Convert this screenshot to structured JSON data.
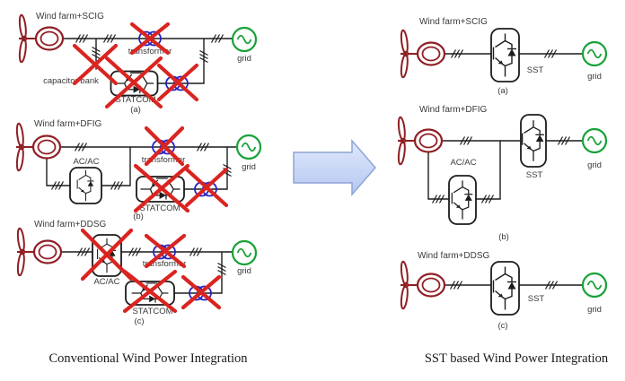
{
  "figure": {
    "left_panel": {
      "caption": "Conventional Wind Power Integration",
      "sections": [
        {
          "title": "Wind farm+SCIG",
          "tag": "(a)",
          "transformer": "transformer",
          "capacitor": "capacitor bank",
          "statcom": "STATCOM",
          "grid": "grid"
        },
        {
          "title": "Wind farm+DFIG",
          "tag": "(b)",
          "acac": "AC/AC",
          "transformer": "transformer",
          "statcom": "STATCOM",
          "grid": "grid"
        },
        {
          "title": "Wind farm+DDSG",
          "tag": "(c)",
          "acac": "AC/AC",
          "transformer": "transformer",
          "statcom": "STATCOM",
          "grid": "grid"
        }
      ]
    },
    "right_panel": {
      "caption": "SST based Wind Power Integration",
      "sections": [
        {
          "title": "Wind farm+SCIG",
          "tag": "(a)",
          "sst": "SST",
          "grid": "grid"
        },
        {
          "title": "Wind farm+DFIG",
          "tag": "(b)",
          "acac": "AC/AC",
          "sst": "SST",
          "grid": "grid"
        },
        {
          "title": "Wind farm+DDSG",
          "tag": "(c)",
          "sst": "SST",
          "grid": "grid"
        }
      ]
    }
  },
  "colors": {
    "machine": "#8f1f24",
    "transformer": "#2424c0",
    "grid": "#18a238",
    "cross": "#da2420",
    "wire": "#1c1c1c",
    "label": "#3a3a3a",
    "caption": "#1b1b1b",
    "arrow_top": "#e0e9fc",
    "arrow_bottom": "#b5c6f0",
    "arrow_border": "#8ea4d6"
  }
}
